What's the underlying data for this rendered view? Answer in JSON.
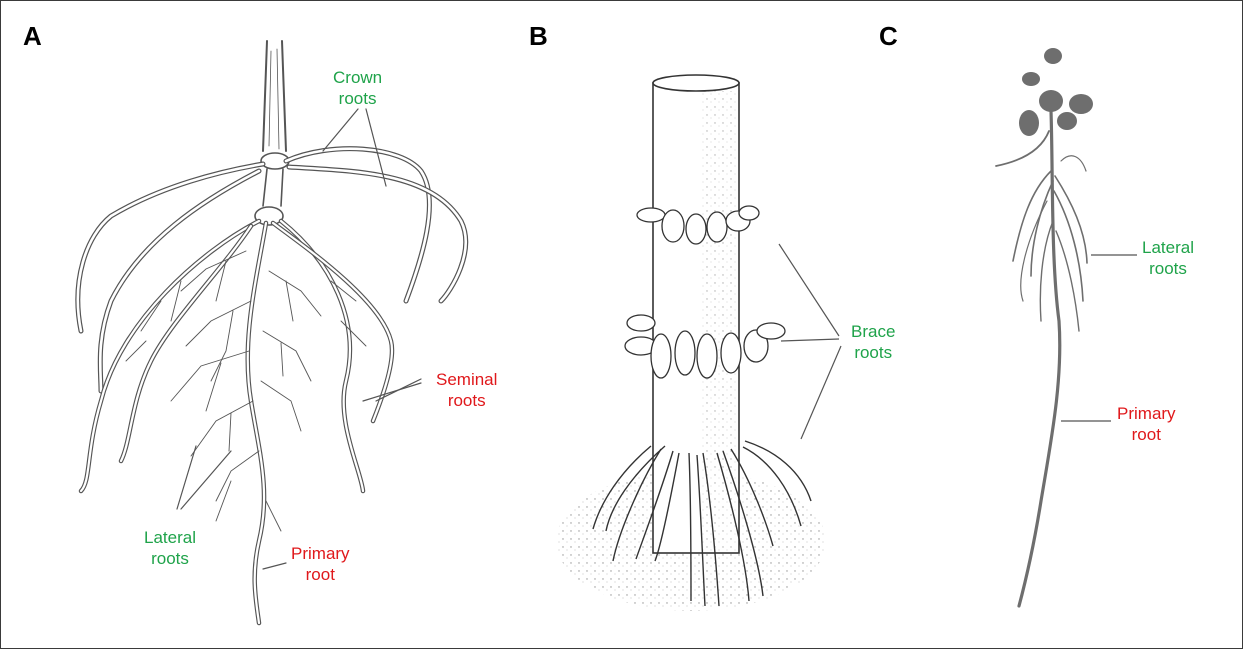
{
  "panels": {
    "a": {
      "letter": "A"
    },
    "b": {
      "letter": "B"
    },
    "c": {
      "letter": "C"
    }
  },
  "labels": {
    "a_crown": {
      "line1": "Crown",
      "line2": "roots"
    },
    "a_seminal": {
      "line1": "Seminal",
      "line2": "roots"
    },
    "a_lateral": {
      "line1": "Lateral",
      "line2": "roots"
    },
    "a_primary": {
      "line1": "Primary",
      "line2": "root"
    },
    "b_brace": {
      "line1": "Brace",
      "line2": "roots"
    },
    "c_lateral": {
      "line1": "Lateral",
      "line2": "roots"
    },
    "c_primary": {
      "line1": "Primary",
      "line2": "root"
    }
  },
  "colors": {
    "root_type_label": "#1fa34a",
    "root_type_label_alt": "#e0181b",
    "drawing_ink": "#555555",
    "photo_root": "#6e6e6e"
  }
}
